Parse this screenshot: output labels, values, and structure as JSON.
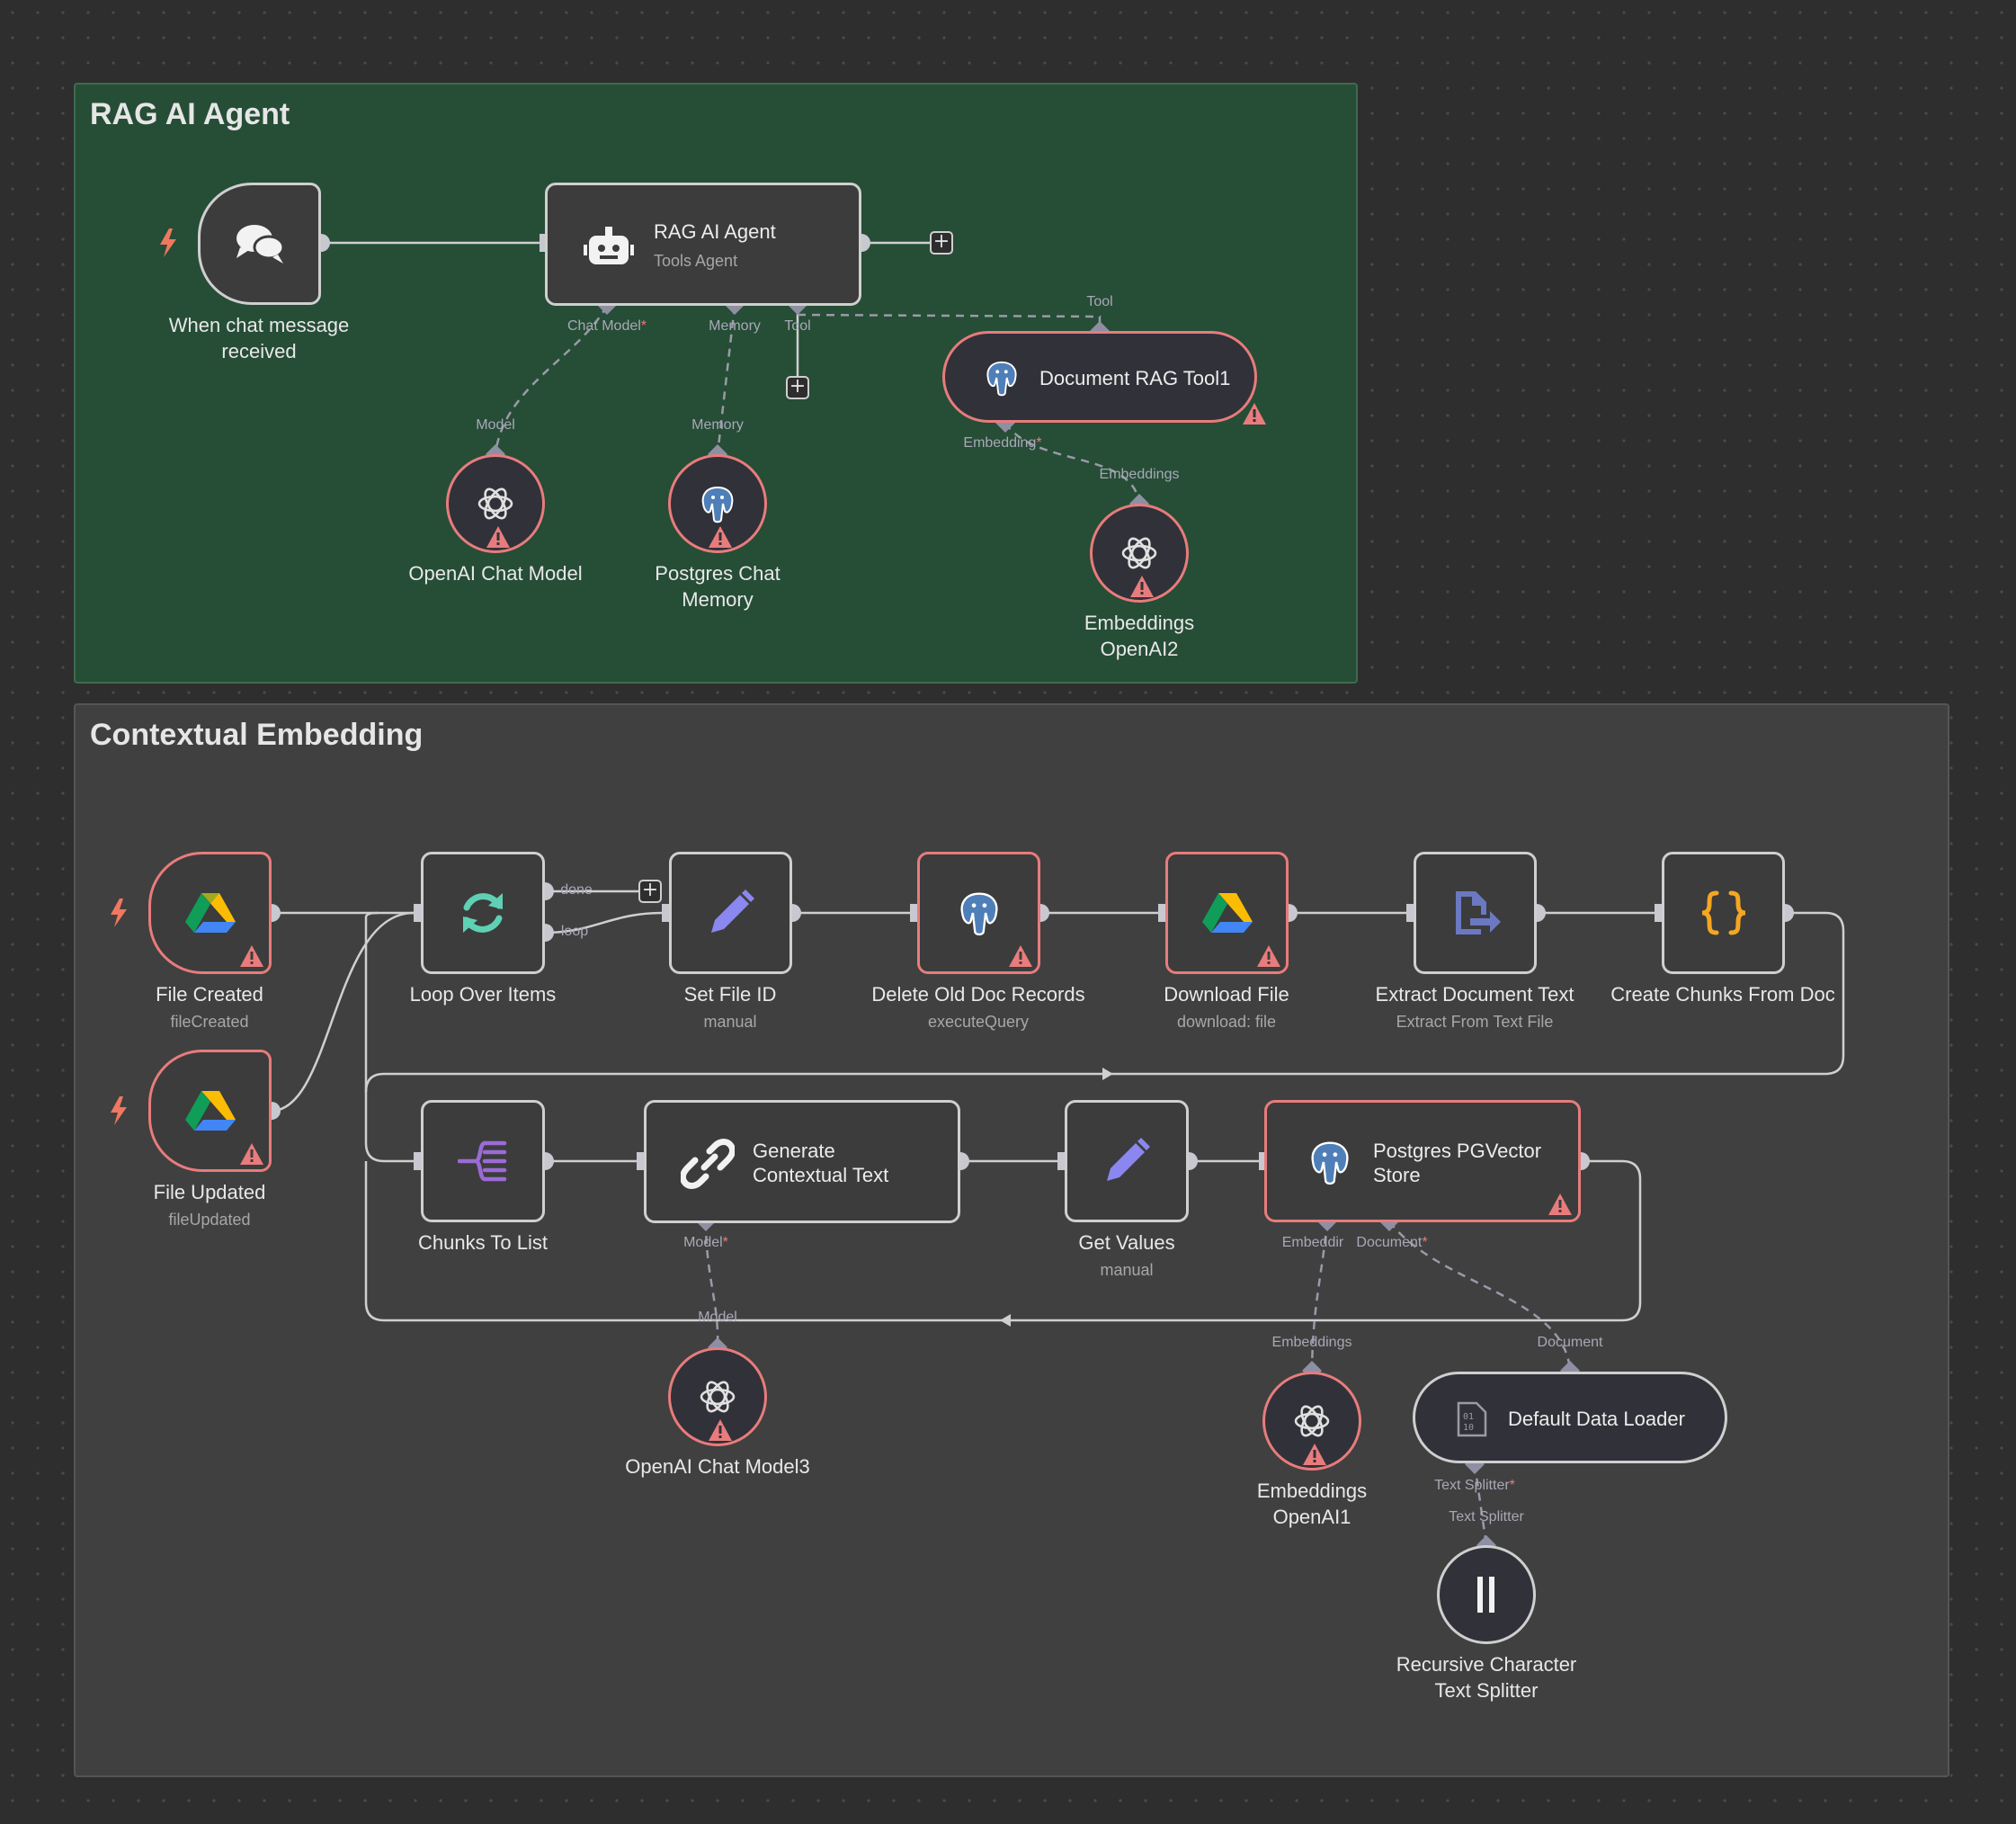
{
  "stickies": {
    "rag": {
      "title": "RAG AI Agent",
      "color": "#264d36"
    },
    "ctx": {
      "title": "Contextual Embedding",
      "color": "#404040"
    }
  },
  "colors": {
    "warning": "#e87c7c",
    "connection": "#cfcfcf",
    "subnode_port": "#8f8fa3",
    "trigger_bolt": "#f07860"
  },
  "nodes": {
    "chat_trigger": {
      "label_line1": "When chat message",
      "label_line2": "received",
      "icon": "chat-bubbles-icon"
    },
    "rag_agent": {
      "title": "RAG AI Agent",
      "subtitle": "Tools Agent",
      "icon": "robot-icon",
      "ports": {
        "chat_model": "Chat Model",
        "memory": "Memory",
        "tool": "Tool"
      }
    },
    "openai_chat_model": {
      "label": "OpenAI Chat Model",
      "port": "Model",
      "icon": "openai-icon"
    },
    "postgres_chat_memory": {
      "label_line1": "Postgres Chat",
      "label_line2": "Memory",
      "port": "Memory",
      "icon": "postgres-icon"
    },
    "document_rag_tool": {
      "label": "Document RAG Tool1",
      "port_in": "Tool",
      "port_out": "Embedding",
      "icon": "postgres-icon"
    },
    "embeddings_openai2": {
      "label_line1": "Embeddings",
      "label_line2": "OpenAI2",
      "port": "Embeddings",
      "icon": "openai-icon"
    },
    "file_created": {
      "label": "File Created",
      "subtitle": "fileCreated",
      "icon": "google-drive-icon"
    },
    "file_updated": {
      "label": "File Updated",
      "subtitle": "fileUpdated",
      "icon": "google-drive-icon"
    },
    "loop_over_items": {
      "label": "Loop Over Items",
      "out_done": "done",
      "out_loop": "loop",
      "icon": "loop-icon"
    },
    "set_file_id": {
      "label": "Set File ID",
      "subtitle": "manual",
      "icon": "pencil-icon"
    },
    "delete_old_doc_records": {
      "label": "Delete Old Doc Records",
      "subtitle": "executeQuery",
      "icon": "postgres-icon"
    },
    "download_file": {
      "label": "Download File",
      "subtitle": "download: file",
      "icon": "google-drive-icon"
    },
    "extract_document_text": {
      "label": "Extract Document Text",
      "subtitle": "Extract From Text File",
      "icon": "extract-file-icon"
    },
    "create_chunks_from_doc": {
      "label": "Create Chunks From Doc",
      "icon": "code-braces-icon"
    },
    "chunks_to_list": {
      "label": "Chunks To List",
      "icon": "split-out-icon"
    },
    "generate_contextual_text": {
      "title_line1": "Generate",
      "title_line2": "Contextual Text",
      "port": "Model",
      "icon": "chain-link-icon"
    },
    "get_values": {
      "label": "Get Values",
      "subtitle": "manual",
      "icon": "pencil-icon"
    },
    "pgvector_store": {
      "title_line1": "Postgres PGVector",
      "title_line2": "Store",
      "port_embedding": "Embeddir",
      "port_document": "Document",
      "icon": "postgres-icon"
    },
    "openai_chat_model3": {
      "label": "OpenAI Chat Model3",
      "port": "Model",
      "icon": "openai-icon"
    },
    "embeddings_openai1": {
      "label_line1": "Embeddings",
      "label_line2": "OpenAI1",
      "port": "Embeddings",
      "icon": "openai-icon"
    },
    "default_data_loader": {
      "label": "Default Data Loader",
      "port_in": "Document",
      "port_out": "Text Splitter",
      "icon": "binary-file-icon"
    },
    "recursive_text_splitter": {
      "label_line1": "Recursive Character",
      "label_line2": "Text Splitter",
      "port": "Text Splitter",
      "icon": "splitter-bars-icon"
    }
  },
  "required_mark": "*",
  "plus_symbol": "+"
}
